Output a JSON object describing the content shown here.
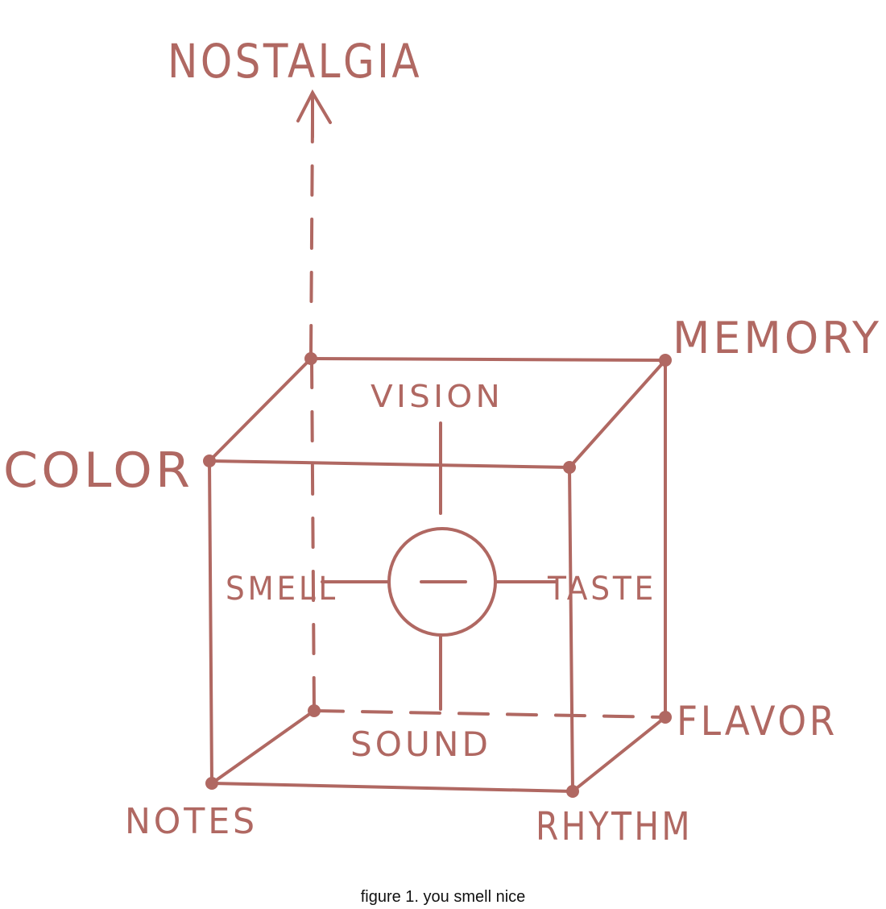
{
  "diagram": {
    "labels": {
      "nostalgia": "NOSTALGIA",
      "memory": "MEMORY",
      "color": "COLOR",
      "vision": "VISION",
      "smell": "SMELL",
      "taste": "TASTE",
      "sound": "SOUND",
      "flavor": "FLAVOR",
      "notes": "NOTES",
      "rhythm": "RHYTHM"
    },
    "center_symbol": "minus-in-circle",
    "stroke_color": "#b06862"
  },
  "caption": "figure 1. you smell nice"
}
